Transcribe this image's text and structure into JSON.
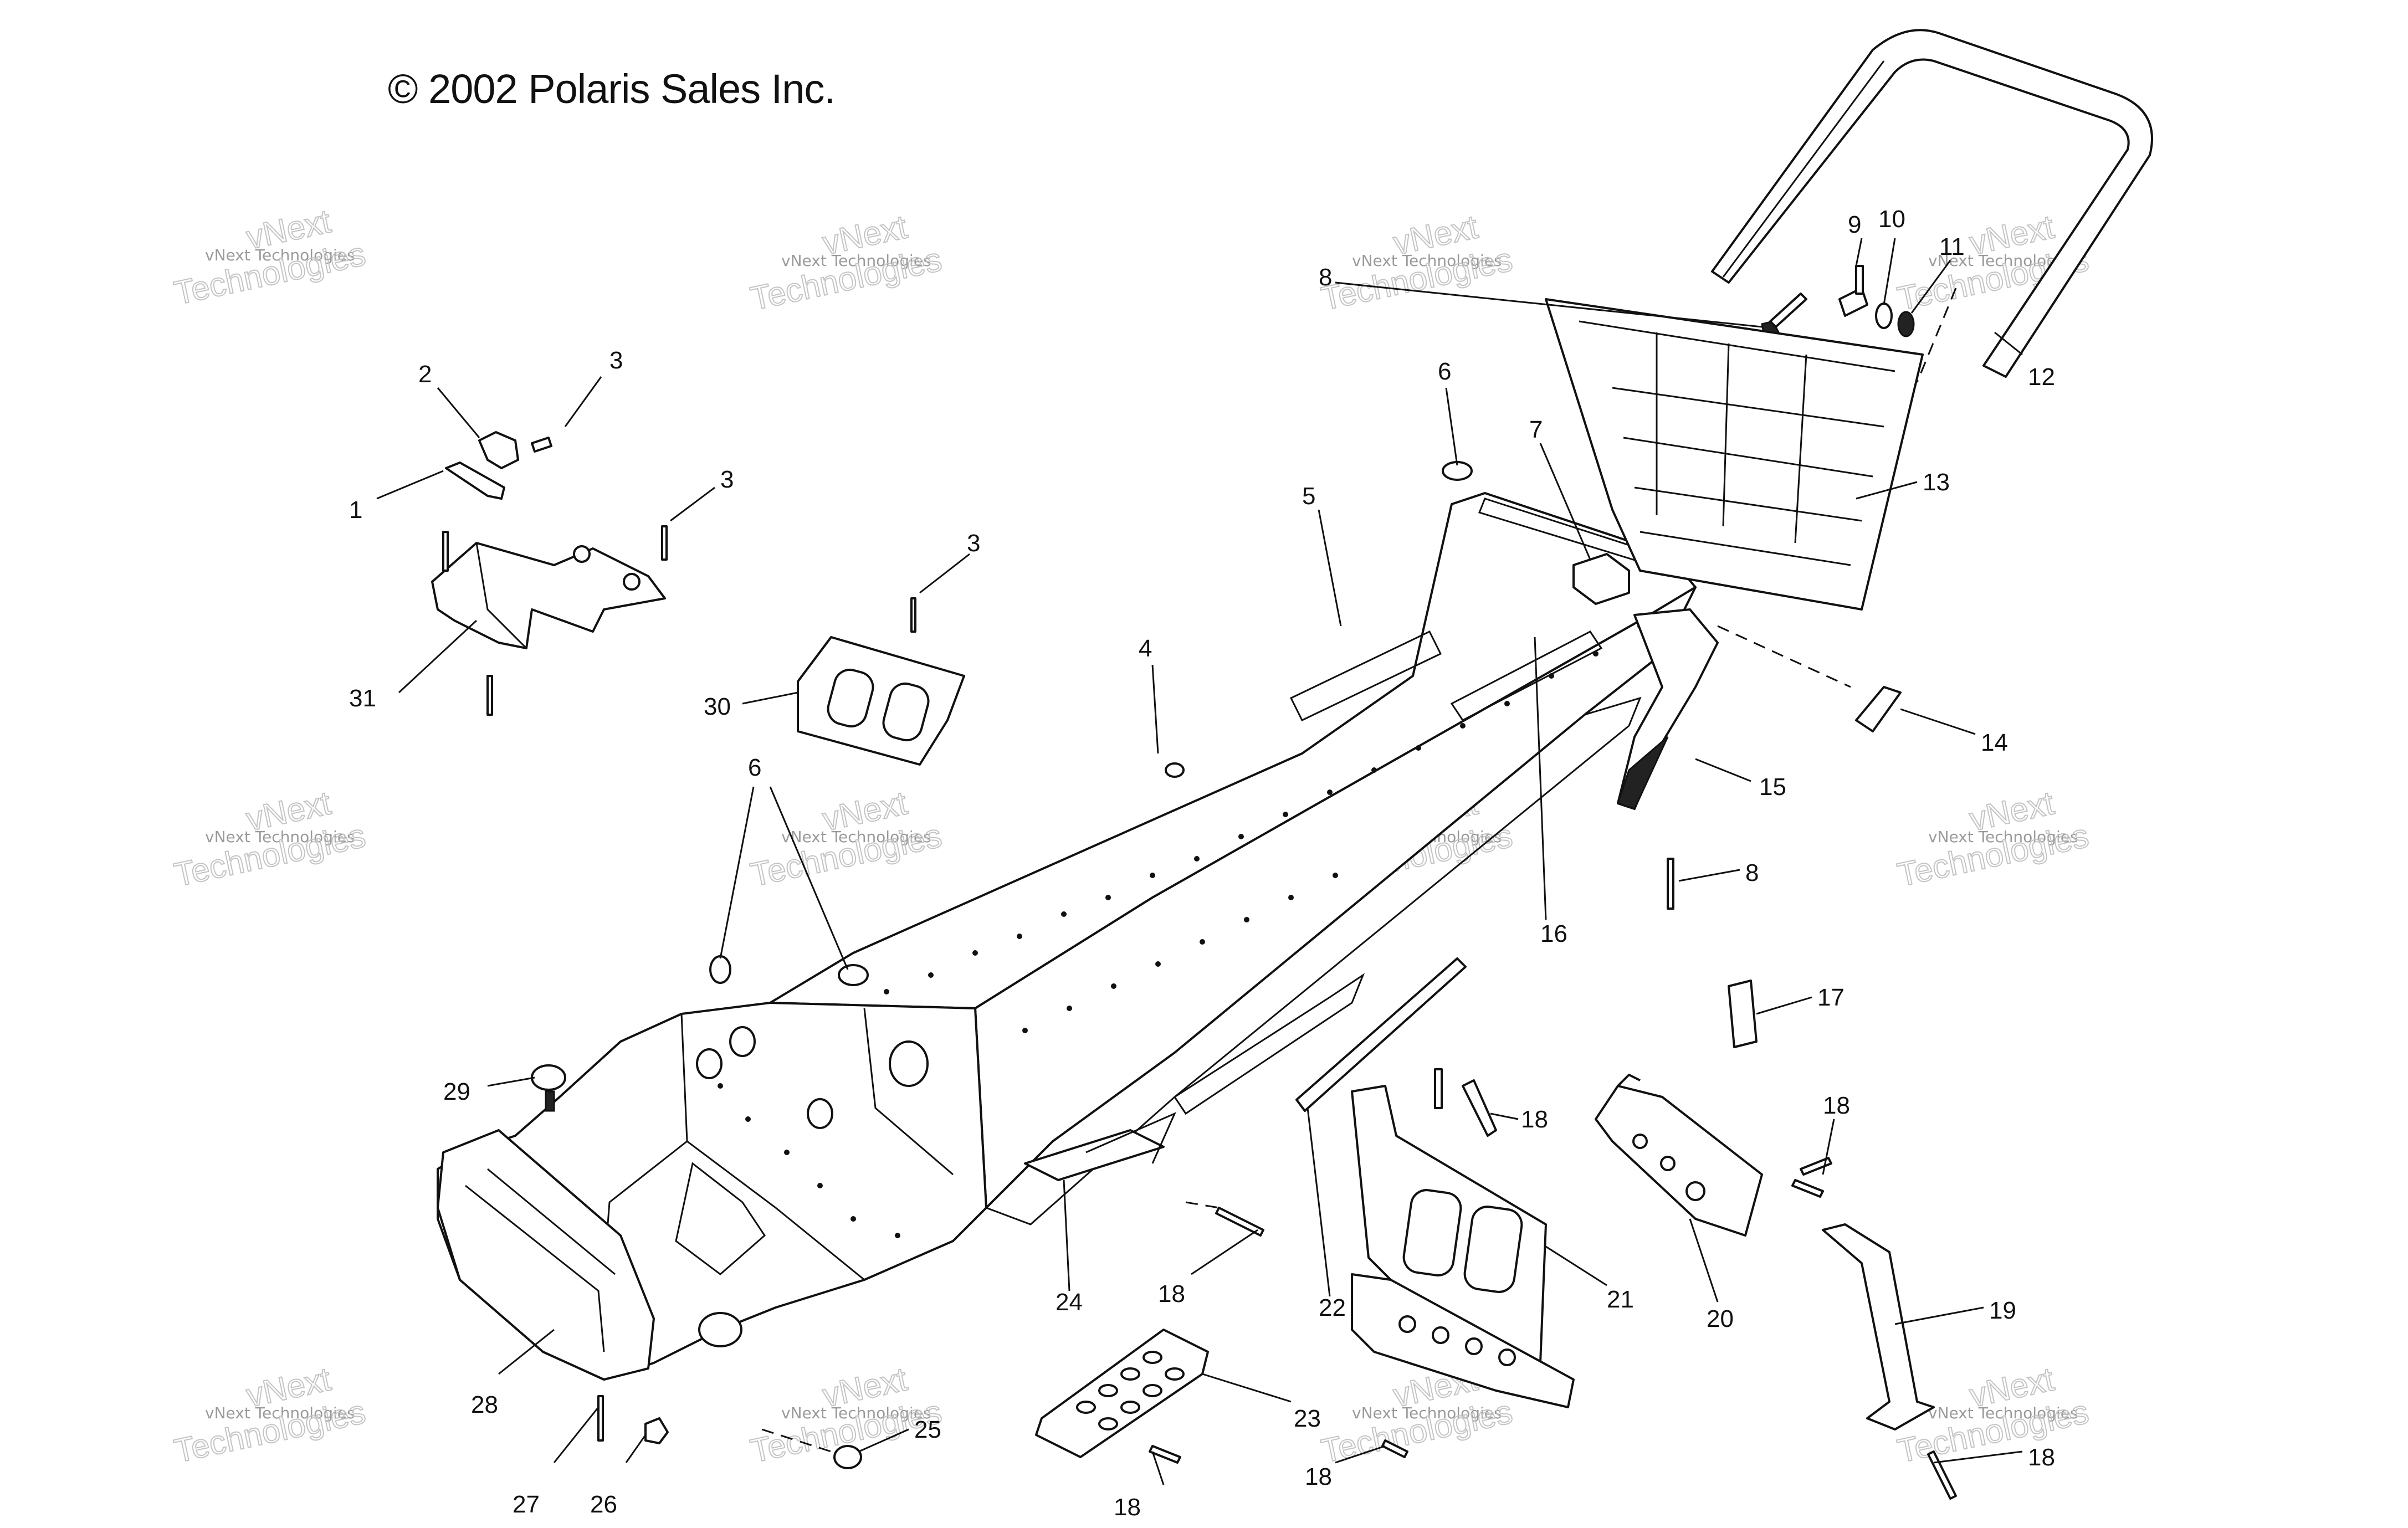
{
  "copyright": "© 2002 Polaris Sales Inc.",
  "watermark": {
    "line1": "vNext Technologies",
    "line2": "vNext",
    "line3": "Technologies"
  },
  "callouts": [
    "1",
    "2",
    "3",
    "3",
    "3",
    "4",
    "5",
    "6",
    "6",
    "7",
    "8",
    "9",
    "10",
    "11",
    "12",
    "13",
    "14",
    "15",
    "8",
    "16",
    "17",
    "18",
    "18",
    "18",
    "19",
    "20",
    "21",
    "22",
    "23",
    "24",
    "25",
    "26",
    "27",
    "28",
    "29",
    "30",
    "31",
    "18",
    "18",
    "18"
  ]
}
